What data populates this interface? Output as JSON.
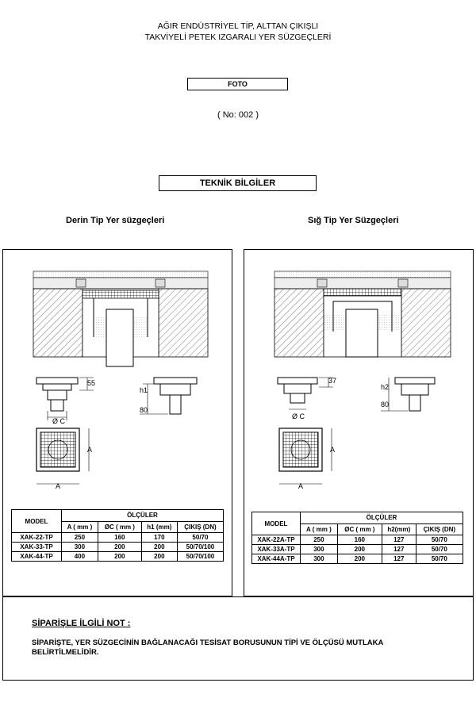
{
  "header": {
    "title_line1": "AĞIR ENDÜSTRİYEL TİP, ALTTAN ÇIKIŞLI",
    "title_line2": "TAKVİYELİ PETEK IZGARALI YER SÜZGEÇLERİ",
    "foto_label": "FOTO",
    "number": "( No:  002 )",
    "technical_heading": "TEKNİK BİLGİLER"
  },
  "left_panel": {
    "subtitle": "Derin Tip Yer süzgeçleri",
    "dim_55": "55",
    "dim_h1": "h1",
    "dim_80": "80",
    "dim_oc": "Ø C",
    "dim_a": "A",
    "table": {
      "model_header": "MODEL",
      "group_header": "ÖLÇÜLER",
      "columns": [
        "A ( mm )",
        "ØC ( mm )",
        "h1 (mm)",
        "ÇIKIŞ (DN)"
      ],
      "rows": [
        [
          "XAK-22-TP",
          "250",
          "160",
          "170",
          "50/70"
        ],
        [
          "XAK-33-TP",
          "300",
          "200",
          "200",
          "50/70/100"
        ],
        [
          "XAK-44-TP",
          "400",
          "200",
          "200",
          "50/70/100"
        ]
      ]
    }
  },
  "right_panel": {
    "subtitle": "Sığ Tip Yer Süzgeçleri",
    "dim_37": "37",
    "dim_h2": "h2",
    "dim_80": "80",
    "dim_oc": "Ø C",
    "dim_a": "A",
    "table": {
      "model_header": "MODEL",
      "group_header": "ÖLÇÜLER",
      "columns": [
        "A ( mm )",
        "ØC ( mm )",
        "h2(mm)",
        "ÇIKIŞ (DN)"
      ],
      "rows": [
        [
          "XAK-22A-TP",
          "250",
          "160",
          "127",
          "50/70"
        ],
        [
          "XAK-33A-TP",
          "300",
          "200",
          "127",
          "50/70"
        ],
        [
          "XAK-44A-TP",
          "300",
          "200",
          "127",
          "50/70"
        ]
      ]
    }
  },
  "note": {
    "title": "SİPARİŞLE İLGİLİ NOT :",
    "text": "SİPARİŞTE, YER SÜZGECİNİN BAĞLANACAĞI TESİSAT BORUSUNUN TİPİ VE ÖLÇÜSÜ MUTLAKA BELİRTİLMELİDİR."
  }
}
